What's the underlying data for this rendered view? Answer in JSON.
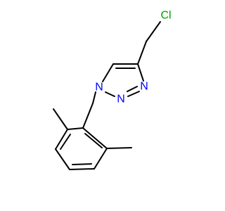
{
  "molecule": {
    "atoms": {
      "cl": {
        "label": "Cl",
        "color": "#00a000"
      },
      "n1": {
        "label": "N",
        "color": "#0000ff"
      },
      "n2": {
        "label": "N",
        "color": "#0000ff"
      },
      "n3": {
        "label": "N",
        "color": "#0000ff"
      }
    }
  }
}
